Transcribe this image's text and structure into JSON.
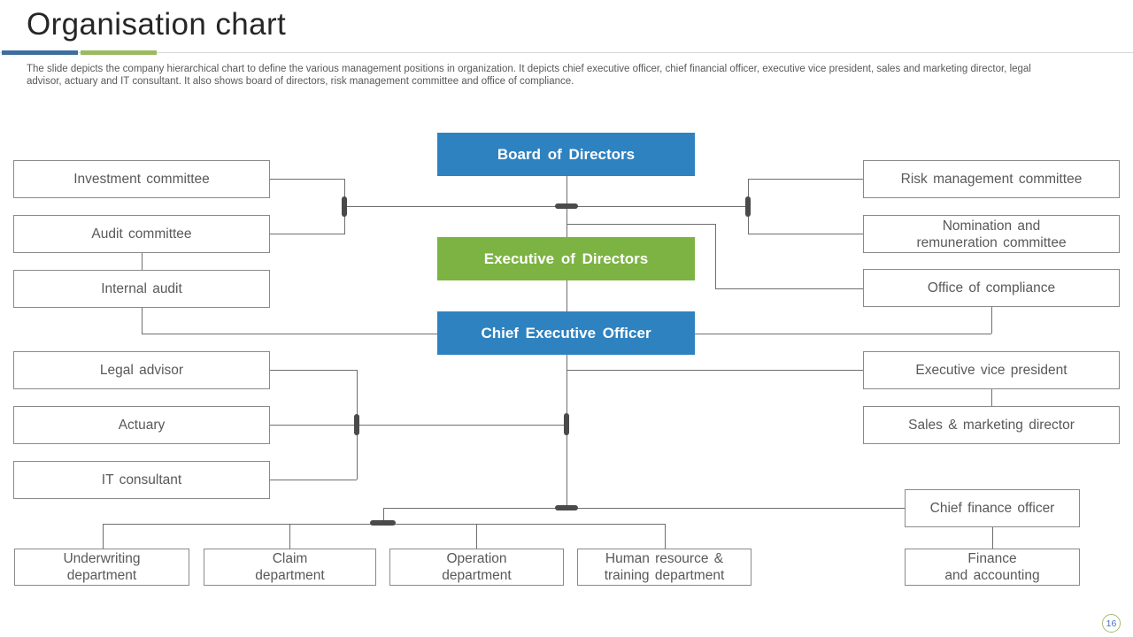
{
  "slide": {
    "title": "Organisation chart",
    "description_lines": [
      "The slide depicts the company hierarchical chart to define the various management positions in organization. It depicts chief executive  officer, chief financial officer, executive vice president, sales and marketing director, legal",
      "advisor, actuary and IT consultant. It also shows board of directors, risk management committee and office of compliance."
    ],
    "page_number": "16"
  },
  "colors": {
    "node_blue": "#2e82c0",
    "node_green": "#7cb342",
    "divider_blue": "#3d6f9e",
    "divider_green": "#9aba60",
    "divider_gray": "#d9d9d9",
    "connector_gray": "#6e6e6e",
    "junction_dark": "#4a4a4a",
    "node_border": "#8a8a8a",
    "node_text": "#595959",
    "title_text": "#262626",
    "page_badge_border": "#a3bd70",
    "page_badge_text": "#4472c4"
  },
  "nodes": {
    "board": {
      "label": "Board of Directors"
    },
    "executive": {
      "label": "Executive of Directors"
    },
    "ceo": {
      "label": "Chief Executive Officer"
    },
    "investment": {
      "label": "Investment committee"
    },
    "audit": {
      "label": "Audit committee"
    },
    "internal_audit": {
      "label": "Internal audit"
    },
    "legal": {
      "label": "Legal advisor"
    },
    "actuary": {
      "label": "Actuary"
    },
    "it": {
      "label": "IT consultant"
    },
    "risk": {
      "label": "Risk management committee"
    },
    "nomination": {
      "line1": "Nomination and",
      "line2": "remuneration committee"
    },
    "compliance": {
      "label": "Office of compliance"
    },
    "evp": {
      "label": "Executive vice president"
    },
    "sales": {
      "label": "Sales & marketing director"
    },
    "cfo": {
      "label": "Chief finance officer"
    },
    "finance": {
      "line1": "Finance",
      "line2": "and accounting"
    },
    "underwriting": {
      "line1": "Underwriting",
      "line2": "department"
    },
    "claim": {
      "line1": "Claim",
      "line2": "department"
    },
    "operation": {
      "line1": "Operation",
      "line2": "department"
    },
    "hr": {
      "line1": "Human resource &",
      "line2": "training department"
    }
  },
  "edges": [
    {
      "from": "Board of Directors",
      "to": "Executive of Directors"
    },
    {
      "from": "Board of Directors",
      "to": "Investment committee"
    },
    {
      "from": "Board of Directors",
      "to": "Audit committee"
    },
    {
      "from": "Board of Directors",
      "to": "Risk management committee"
    },
    {
      "from": "Board of Directors",
      "to": "Nomination and remuneration committee"
    },
    {
      "from": "Board of Directors",
      "to": "Office of compliance"
    },
    {
      "from": "Audit committee",
      "to": "Internal audit"
    },
    {
      "from": "Executive of Directors",
      "to": "Chief Executive Officer"
    },
    {
      "from": "Internal audit",
      "to": "Chief Executive Officer"
    },
    {
      "from": "Office of compliance",
      "to": "Chief Executive Officer"
    },
    {
      "from": "Chief Executive Officer",
      "to": "Executive vice president"
    },
    {
      "from": "Executive vice president",
      "to": "Sales & marketing director"
    },
    {
      "from": "Chief Executive Officer",
      "to": "Legal advisor"
    },
    {
      "from": "Chief Executive Officer",
      "to": "Actuary"
    },
    {
      "from": "Chief Executive Officer",
      "to": "IT consultant"
    },
    {
      "from": "Chief Executive Officer",
      "to": "Chief finance officer"
    },
    {
      "from": "Chief finance officer",
      "to": "Finance and accounting"
    },
    {
      "from": "Chief Executive Officer",
      "to": "Underwriting department"
    },
    {
      "from": "Chief Executive Officer",
      "to": "Claim department"
    },
    {
      "from": "Chief Executive Officer",
      "to": "Operation department"
    },
    {
      "from": "Chief Executive Officer",
      "to": "Human resource & training department"
    }
  ]
}
